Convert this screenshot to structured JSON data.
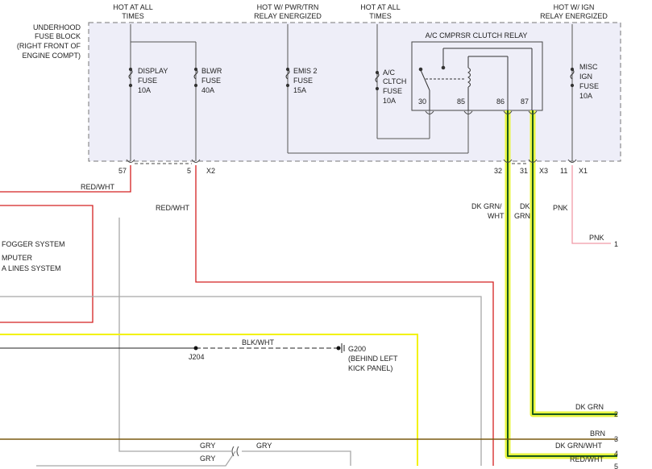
{
  "fuse_block": {
    "title_lines": [
      "UNDERHOOD",
      "FUSE BLOCK",
      "(RIGHT FRONT OF",
      "ENGINE COMPT)"
    ],
    "top_labels": {
      "hot_all_1": [
        "HOT AT ALL",
        "TIMES"
      ],
      "hot_pwr": [
        "HOT W/ PWR/TRN",
        "RELAY ENERGIZED"
      ],
      "hot_all_2": [
        "HOT AT ALL",
        "TIMES"
      ],
      "hot_ign": [
        "HOT W/ IGN",
        "RELAY ENERGIZED"
      ]
    },
    "fuses": {
      "display": [
        "DISPLAY",
        "FUSE",
        "10A"
      ],
      "blwr": [
        "BLWR",
        "FUSE",
        "40A"
      ],
      "emis": [
        "EMIS 2",
        "FUSE",
        "15A"
      ],
      "ac": [
        "A/C",
        "CLTCH",
        "FUSE",
        "10A"
      ],
      "misc": [
        "MISC",
        "IGN",
        "FUSE",
        "10A"
      ]
    },
    "relay": {
      "title": "A/C CMPRSR CLUTCH RELAY",
      "pins": [
        "30",
        "85",
        "86",
        "87"
      ]
    },
    "connector_pins": {
      "p57": "57",
      "p5": "5",
      "x2": "X2",
      "p32": "32",
      "p31": "31",
      "x3": "X3",
      "p11": "11",
      "x1": "X1"
    }
  },
  "wires": {
    "red_wht_1": "RED/WHT",
    "red_wht_2": "RED/WHT",
    "dk_grn_wht": [
      "DK GRN/",
      "WHT"
    ],
    "dk_grn": [
      "DK",
      "GRN"
    ],
    "pnk": "PNK",
    "pnk_end": "PNK",
    "blk_wht": "BLK/WHT",
    "j204": "J204",
    "g200": [
      "G200",
      "(BEHIND LEFT",
      "KICK PANEL)"
    ],
    "gry_1": "GRY",
    "gry_2": "GRY",
    "gry_3": "GRY",
    "right_dk_grn": "DK GRN",
    "right_brn": "BRN",
    "right_dk_grn_wht": "DK GRN/WHT",
    "right_red_wht": "RED/WHT"
  },
  "right_pins": [
    "1",
    "2",
    "3",
    "4",
    "5"
  ],
  "left_systems": [
    "FOGGER SYSTEM",
    "MPUTER",
    "A LINES SYSTEM"
  ],
  "colors": {
    "red": "#d42020",
    "yellow": "#f2f200",
    "highlight": "#e8f540",
    "dk_green": "#1a5a1a",
    "brown": "#7a5a10",
    "gray": "#a8a8a8",
    "pink": "#f09aa8",
    "black": "#222222",
    "block_fill": "#eeeef8"
  }
}
